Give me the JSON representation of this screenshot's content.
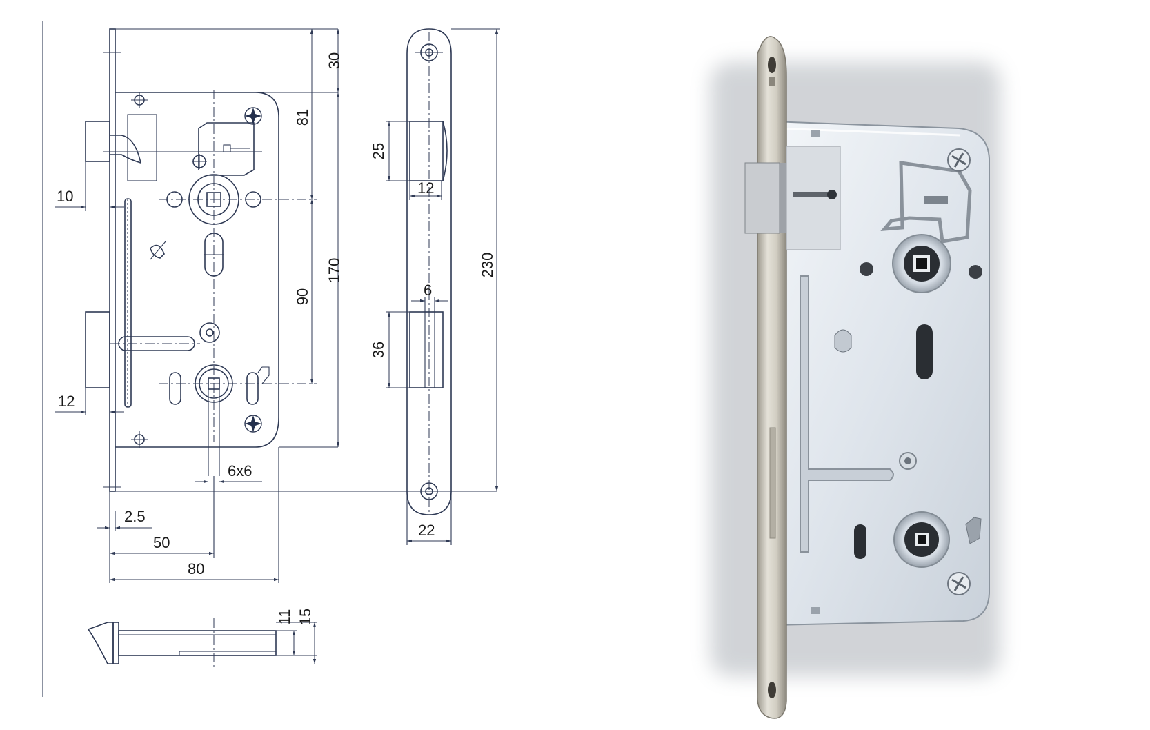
{
  "drawing": {
    "dimensions": {
      "d30": "30",
      "d81": "81",
      "d90": "90",
      "d170": "170",
      "d230": "230",
      "d25": "25",
      "d12_top": "12",
      "d6": "6",
      "d36": "36",
      "d10": "10",
      "d12_left": "12",
      "d6x6": "6x6",
      "d2_5": "2.5",
      "d50": "50",
      "d80": "80",
      "d22": "22",
      "d11": "11",
      "d15": "15"
    }
  },
  "photo": {
    "colors": {
      "faceplate": "#c9c6bd",
      "body": "#dfe4ea",
      "background": "#ffffff"
    }
  }
}
